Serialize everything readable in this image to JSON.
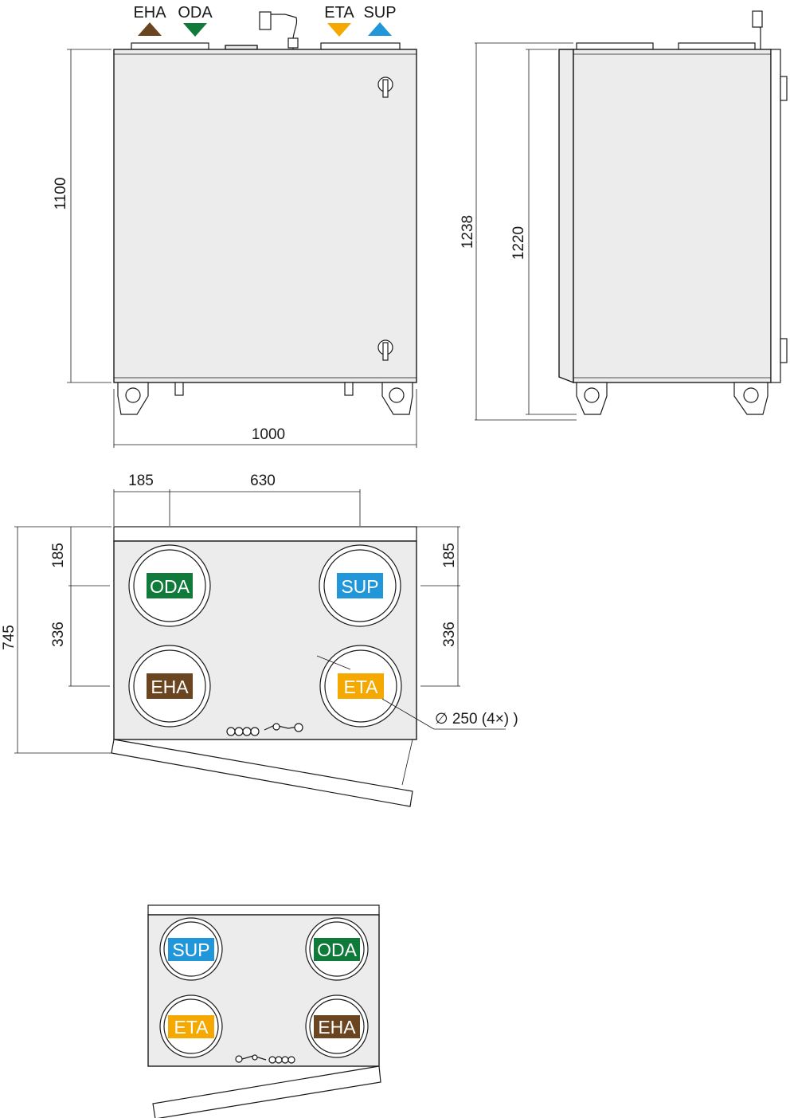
{
  "colors": {
    "EHA": "#6b4520",
    "ODA": "#0f7a3a",
    "ETA": "#f5a800",
    "SUP": "#2196d8"
  },
  "airflow_legend": [
    {
      "label": "EHA",
      "arrow": "up"
    },
    {
      "label": "ODA",
      "arrow": "down"
    },
    {
      "label": "ETA",
      "arrow": "down"
    },
    {
      "label": "SUP",
      "arrow": "up"
    }
  ],
  "front_view": {
    "height_label": "1100",
    "width_label": "1000"
  },
  "side_view": {
    "total_height_label": "1238",
    "body_height_label": "1220"
  },
  "top_view": {
    "left_offset_label": "185",
    "spacing_label": "630",
    "depth_label": "745",
    "top_left_offset_label": "185",
    "left_spacing_label": "336",
    "top_right_offset_label": "185",
    "right_spacing_label": "336",
    "diameter_label": "∅ 250 (4×) )",
    "ports": {
      "top_left": "ODA",
      "top_right": "SUP",
      "bottom_left": "EHA",
      "bottom_right": "ETA"
    }
  },
  "mirror_view": {
    "ports": {
      "top_left": "SUP",
      "top_right": "ODA",
      "bottom_left": "ETA",
      "bottom_right": "EHA"
    }
  }
}
